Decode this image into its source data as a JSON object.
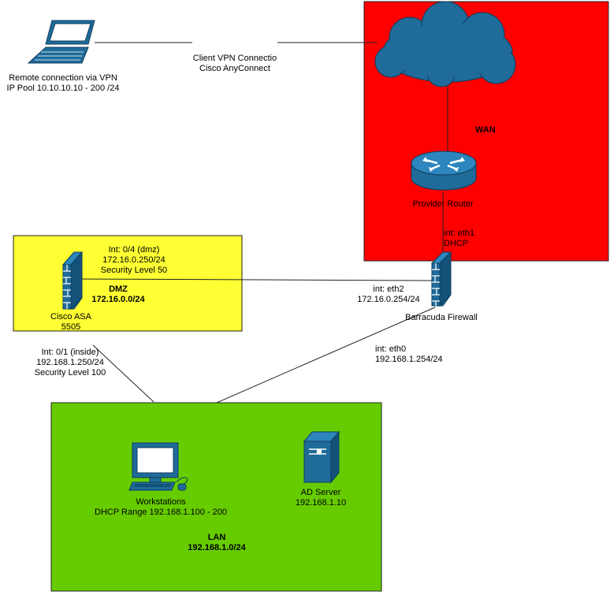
{
  "zones": {
    "wan": {
      "title": "WAN",
      "color": "#ff0000"
    },
    "dmz": {
      "title": "DMZ",
      "subnet": "172.16.0.0/24",
      "color": "#ffff33"
    },
    "lan": {
      "title": "LAN",
      "subnet": "192.168.1.0/24",
      "color": "#66cc00"
    }
  },
  "vpn_link": {
    "line1": "Client VPN Connectio",
    "line2": "Cisco AnyConnect"
  },
  "remote": {
    "line1": "Remote connection via VPN",
    "line2": "IP Pool 10.10.10.10 - 200 /24"
  },
  "provider_router": {
    "label": "Provider Router"
  },
  "barracuda": {
    "label": "Barracuda Firewall",
    "eth1": {
      "line1": "int: eth1",
      "line2": "DHCP"
    },
    "eth2": {
      "line1": "int: eth2",
      "line2": "172.16.0.254/24"
    },
    "eth0": {
      "line1": "int: eth0",
      "line2": "192.168.1.254/24"
    }
  },
  "asa": {
    "line1": "Cisco ASA",
    "line2": "5505",
    "dmz_int": {
      "line1": "Int: 0/4 (dmz)",
      "line2": "172.16.0.250/24",
      "line3": "Security Level 50"
    },
    "inside_int": {
      "line1": "Int: 0/1 (inside)",
      "line2": "192.168.1.250/24",
      "line3": "Security Level 100"
    }
  },
  "workstations": {
    "line1": "Workstations",
    "line2": "DHCP Range 192.168.1.100 - 200"
  },
  "ad_server": {
    "line1": "AD Server",
    "line2": "192.168.1.10"
  },
  "icon_color": "#1f6b9a"
}
